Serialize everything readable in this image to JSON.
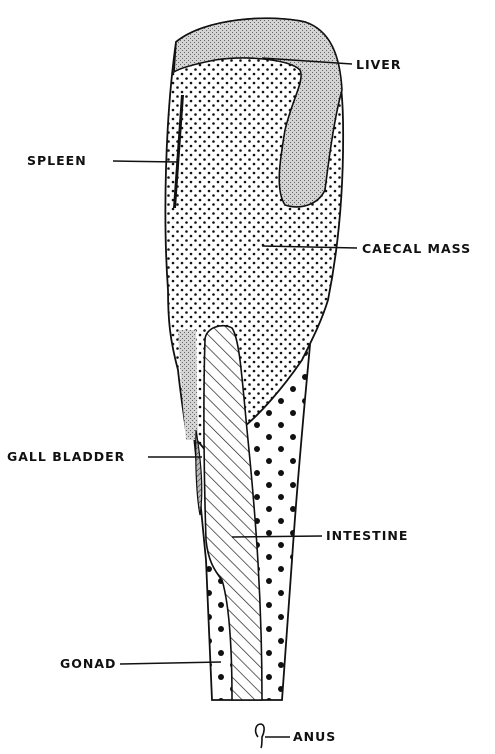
{
  "diagram": {
    "labels": {
      "liver": "LIVER",
      "spleen": "SPLEEN",
      "caecal_mass": "CAECAL MASS",
      "gall_bladder": "GALL BLADDER",
      "intestine": "INTESTINE",
      "gonad": "GONAD",
      "anus": "ANUS"
    }
  }
}
